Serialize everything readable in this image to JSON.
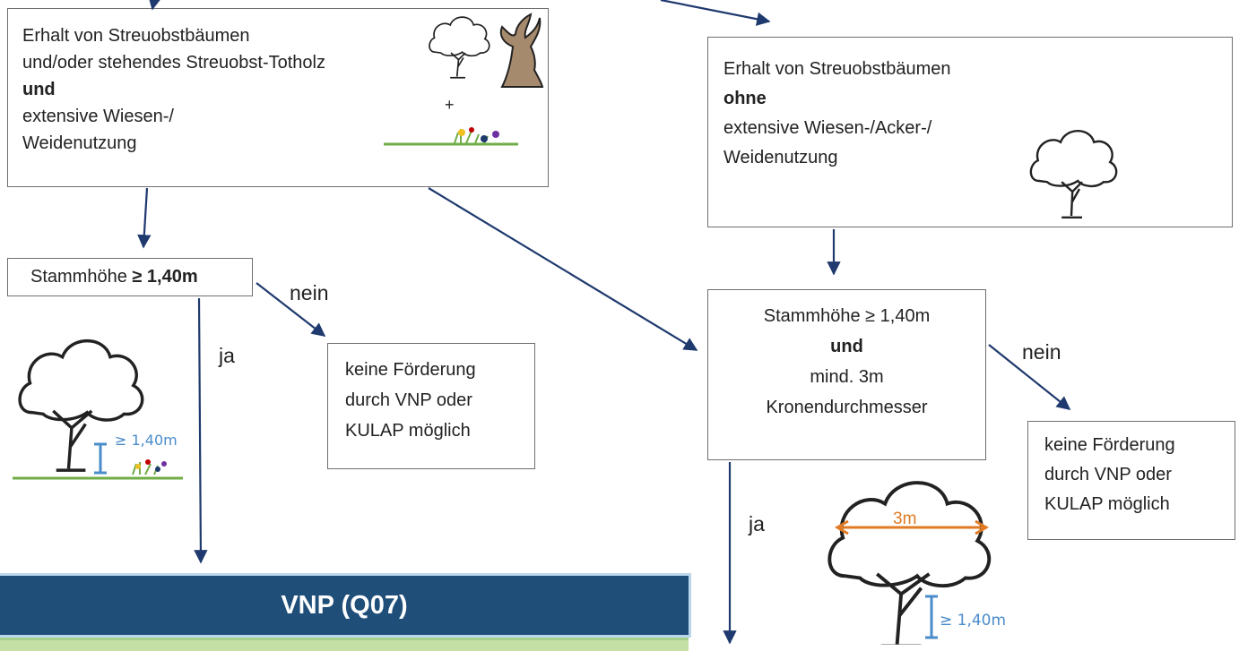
{
  "box_left": {
    "line1": "Erhalt von Streuobstbäumen",
    "line2": "und/oder stehendes Streuobst-Totholz",
    "line3": "und",
    "line4": "extensive Wiesen-/",
    "line5": "Weidenutzung",
    "plus": "+"
  },
  "box_right": {
    "line1": "Erhalt von Streuobstbäumen",
    "line2": "ohne",
    "line3": "extensive Wiesen-/Acker-/",
    "line4": "Weidenutzung"
  },
  "stamm_left": {
    "prefix": "Stammhöhe ",
    "value": "≥ 1,40m"
  },
  "stamm_right": {
    "line1": "Stammhöhe ≥ 1,40m",
    "line2": "und",
    "line3": "mind. 3m",
    "line4": "Kronendurchmesser"
  },
  "no_funding_left": {
    "line1": "keine Förderung",
    "line2": "durch VNP oder",
    "line3": "KULAP möglich"
  },
  "no_funding_right": {
    "line1": "keine Förderung",
    "line2": "durch VNP oder",
    "line3": "KULAP möglich"
  },
  "labels": {
    "nein_left": "nein",
    "ja_left": "ja",
    "nein_right": "nein",
    "ja_right": "ja"
  },
  "tree_left_height": "≥ 1,40m",
  "tree_right_diameter": "3m",
  "tree_right_height": "≥ 1,40m",
  "vnp": {
    "title": "VNP (Q07)"
  },
  "colors": {
    "arrow": "#1f3a6e",
    "vnp_bar": "#1f4e79",
    "vnp_sub": "#c5e0a5",
    "grass": "#70ad47",
    "dimension_blue": "#4b8ccb",
    "diameter_orange": "#e07b24",
    "deadwood": "#a68a6d"
  }
}
